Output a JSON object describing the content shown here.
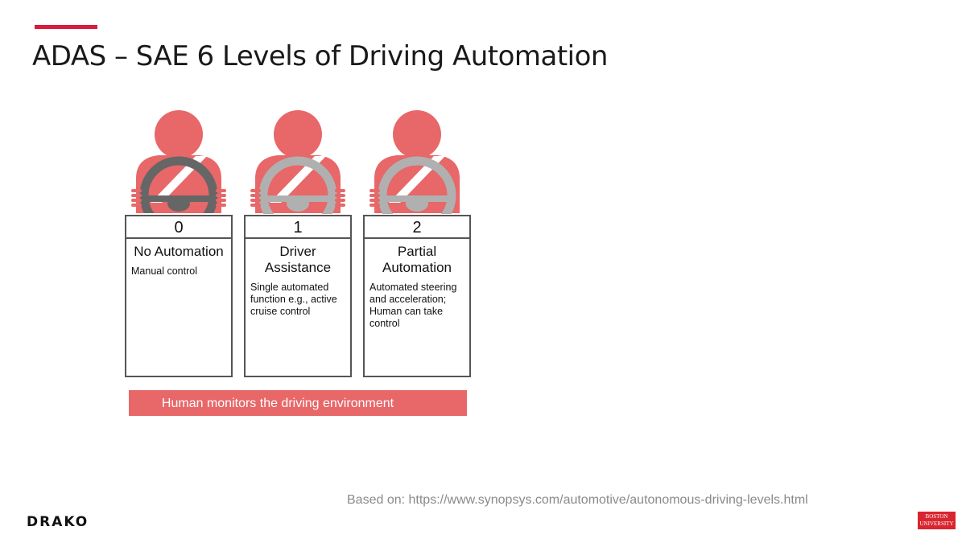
{
  "title": "ADAS – SAE 6 Levels of Driving Automation",
  "levels": [
    {
      "number": "0",
      "name": "No Automation",
      "description": "Manual control",
      "wheel_color": "#666666"
    },
    {
      "number": "1",
      "name": "Driver Assistance",
      "description": "Single automated function e.g., active cruise control",
      "wheel_color": "#b0b0b0"
    },
    {
      "number": "2",
      "name": "Partial Automation",
      "description": "Automated steering and acceleration; Human can take control",
      "wheel_color": "#b0b0b0"
    }
  ],
  "monitor_label": "Human monitors the driving environment",
  "source": "Based on: https://www.synopsys.com/automotive/autonomous-driving-levels.html",
  "logo_left": "DRAKO",
  "logo_right": "BOSTON UNIVERSITY",
  "colors": {
    "accent": "#d81b3c",
    "driver": "#e86769",
    "band": "#e86769"
  },
  "icons": {
    "driver": "driver-with-steering-wheel-icon"
  }
}
